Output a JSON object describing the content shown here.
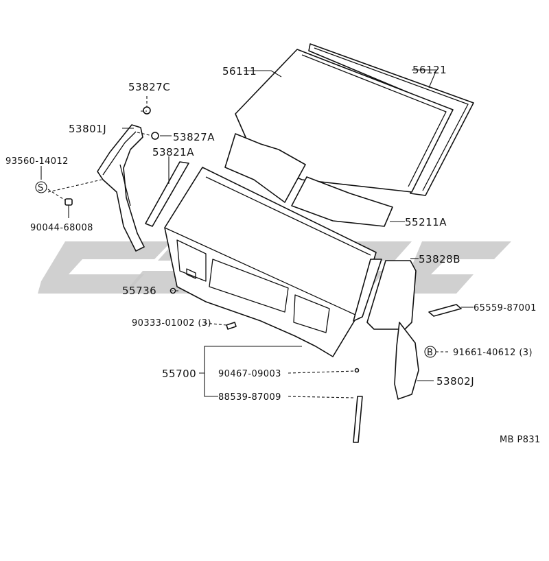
{
  "diagram": {
    "parts": {
      "p56111": "56111",
      "p56121": "56121",
      "p53827C": "53827C",
      "p53801J": "53801J",
      "p53827A": "53827A",
      "p53821A": "53821A",
      "p93560": "93560-14012",
      "pS": "S",
      "p90044": "90044-68008",
      "p55211A": "55211A",
      "p53828B": "53828B",
      "p55736": "55736",
      "p65559": "65559-87001",
      "p90333": "90333-01002 (3)",
      "pB": "B",
      "p91661": "91661-40612 (3)",
      "p55700": "55700",
      "p90467": "90467-09003",
      "p53802J": "53802J",
      "p88539": "88539-87009"
    },
    "code": "MB P831",
    "watermark_color": "#c8c8c8"
  }
}
